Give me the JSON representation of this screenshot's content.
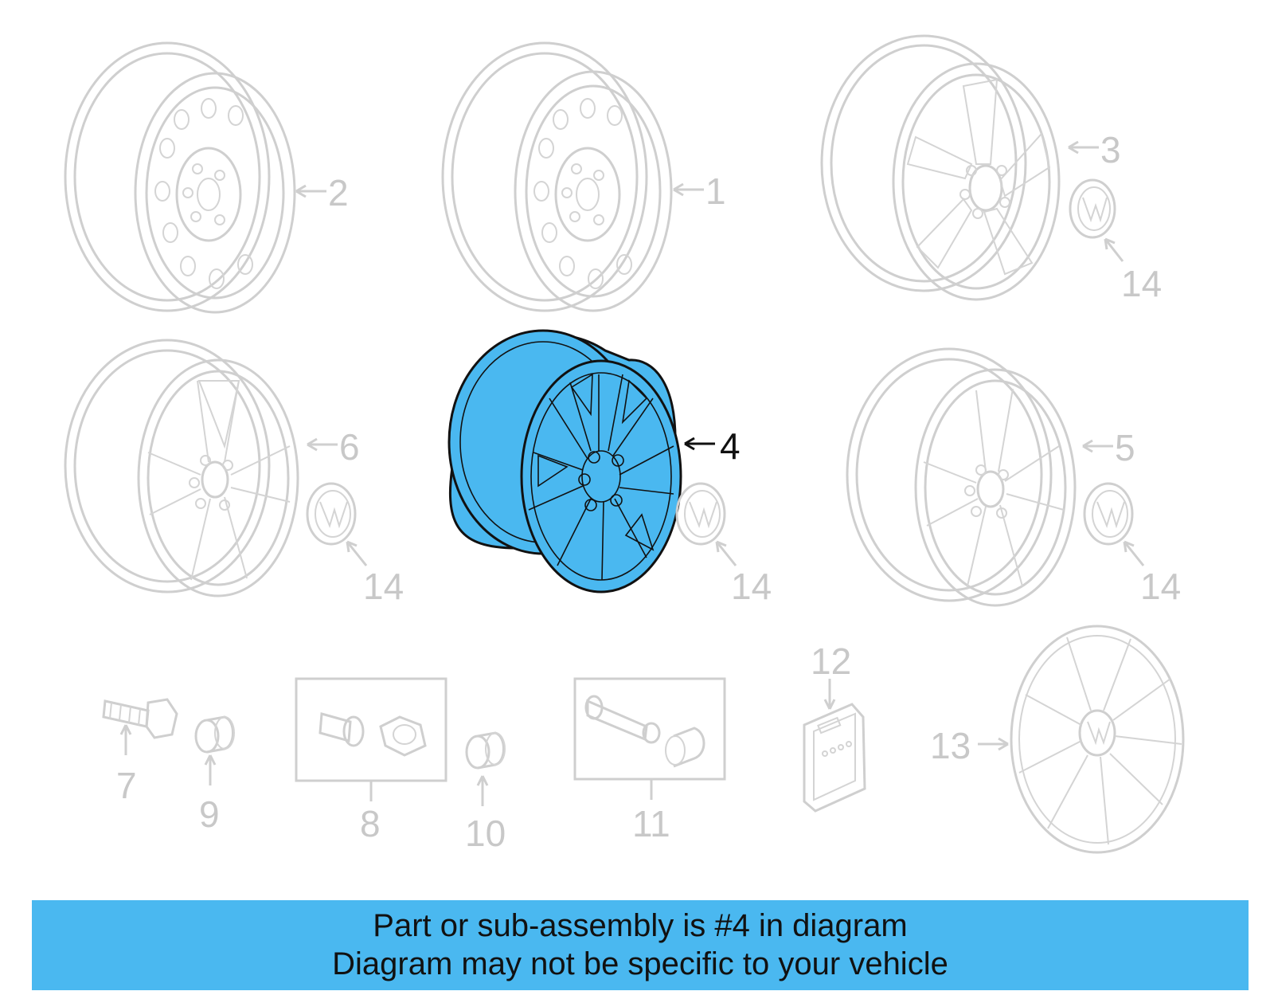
{
  "diagram": {
    "highlight_color": "#4ab8f0",
    "ghost_color": "#cfcfcf",
    "callouts": {
      "n1": "1",
      "n2": "2",
      "n3": "3",
      "n4": "4",
      "n5": "5",
      "n6": "6",
      "n7": "7",
      "n8": "8",
      "n9": "9",
      "n10": "10",
      "n11": "11",
      "n12": "12",
      "n13": "13",
      "n14a": "14",
      "n14b": "14",
      "n14c": "14",
      "n14d": "14"
    }
  },
  "banner": {
    "line1": "Part or sub-assembly is #4 in diagram",
    "line2": "Diagram may not be specific to your vehicle"
  }
}
